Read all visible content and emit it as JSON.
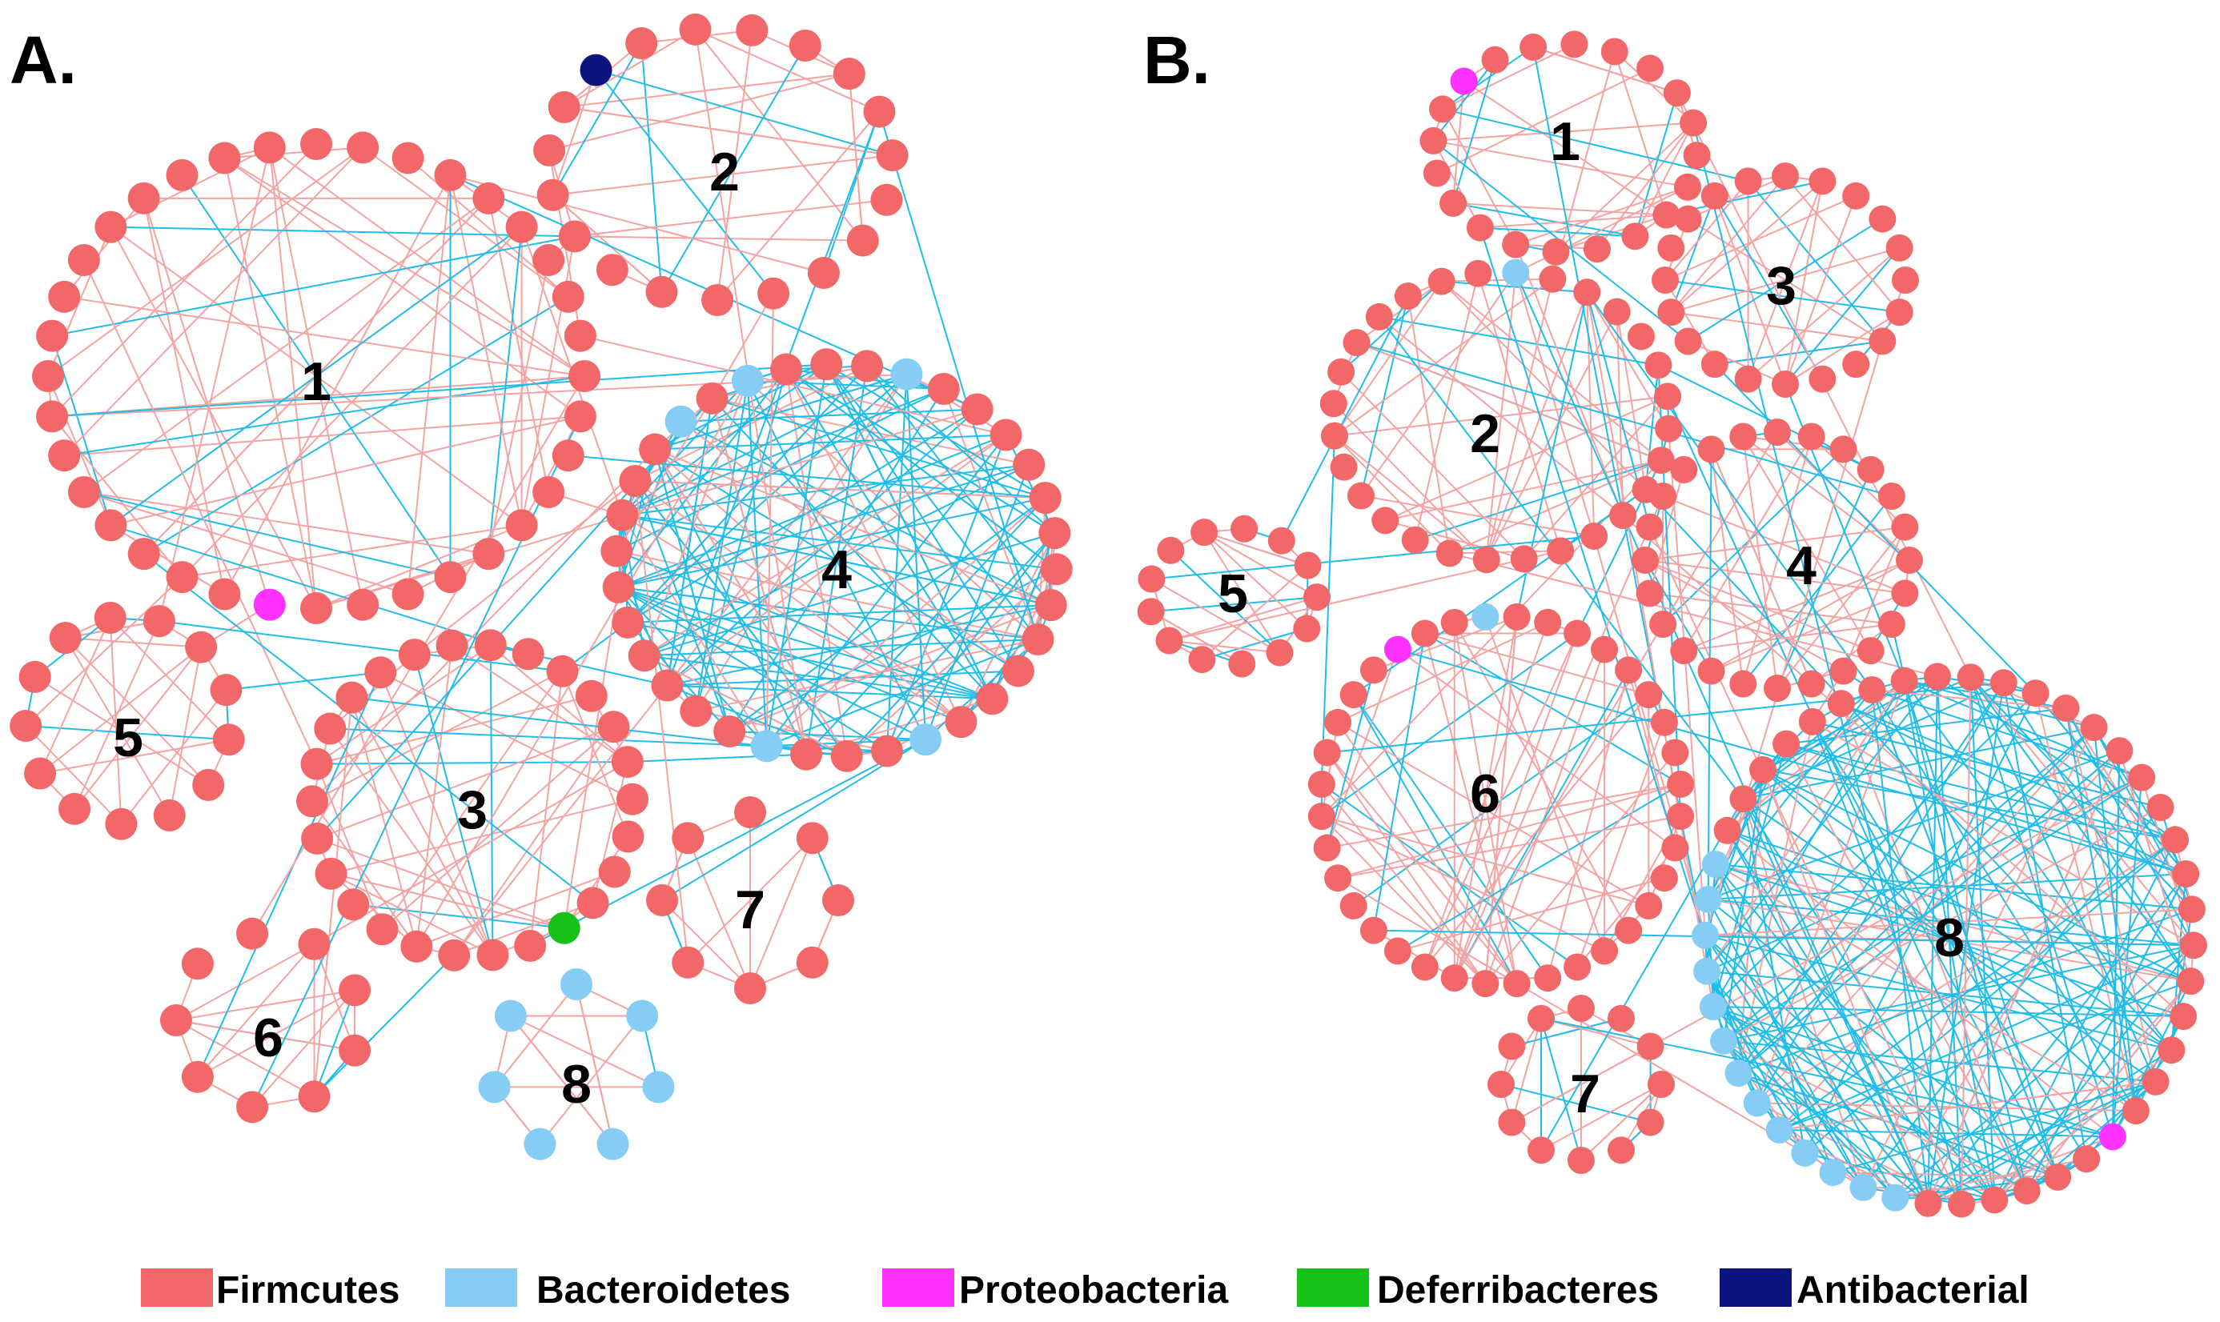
{
  "colors": {
    "Firmcutes": "#f26767",
    "Bacteroidetes": "#86cdf5",
    "Proteobacteria": "#ff33ff",
    "Deferribacteres": "#16c216",
    "Antibacterial": "#0b137e",
    "edge_positive": "#f4a3a3",
    "edge_negative": "#21bdea"
  },
  "legend": [
    {
      "key": "Firmcutes",
      "label": "Firmcutes"
    },
    {
      "key": "Bacteroidetes",
      "label": "Bacteroidetes"
    },
    {
      "key": "Proteobacteria",
      "label": "Proteobacteria"
    },
    {
      "key": "Deferribacteres",
      "label": "Deferribacteres"
    },
    {
      "key": "Antibacterial",
      "label": "Antibacterial"
    }
  ],
  "panels": [
    {
      "id": "A",
      "label": "A.",
      "modules": [
        {
          "label": "1",
          "n": 36,
          "special": [
            {
              "type": "Proteobacteria",
              "count": 1
            }
          ]
        },
        {
          "label": "2",
          "n": 19,
          "special": [
            {
              "type": "Antibacterial",
              "count": 1
            }
          ]
        },
        {
          "label": "3",
          "n": 26,
          "special": [
            {
              "type": "Deferribacteres",
              "count": 1
            }
          ]
        },
        {
          "label": "4",
          "n": 34,
          "special": [
            {
              "type": "Bacteroidetes",
              "count": 5
            }
          ]
        },
        {
          "label": "5",
          "n": 13,
          "special": []
        },
        {
          "label": "6",
          "n": 9,
          "special": []
        },
        {
          "label": "7",
          "n": 8,
          "special": []
        },
        {
          "label": "8",
          "n": 7,
          "special": [
            {
              "type": "Bacteroidetes",
              "count": 7
            }
          ]
        }
      ]
    },
    {
      "id": "B",
      "label": "B.",
      "modules": [
        {
          "label": "1",
          "n": 20,
          "special": [
            {
              "type": "Proteobacteria",
              "count": 1
            }
          ]
        },
        {
          "label": "2",
          "n": 28,
          "special": [
            {
              "type": "Bacteroidetes",
              "count": 1
            }
          ]
        },
        {
          "label": "3",
          "n": 20,
          "special": []
        },
        {
          "label": "4",
          "n": 24,
          "special": []
        },
        {
          "label": "5",
          "n": 13,
          "special": []
        },
        {
          "label": "6",
          "n": 36,
          "special": [
            {
              "type": "Proteobacteria",
              "count": 1
            },
            {
              "type": "Bacteroidetes",
              "count": 1
            }
          ]
        },
        {
          "label": "7",
          "n": 12,
          "special": []
        },
        {
          "label": "8",
          "n": 46,
          "special": [
            {
              "type": "Bacteroidetes",
              "count": 13
            },
            {
              "type": "Proteobacteria",
              "count": 1
            }
          ]
        }
      ]
    }
  ]
}
